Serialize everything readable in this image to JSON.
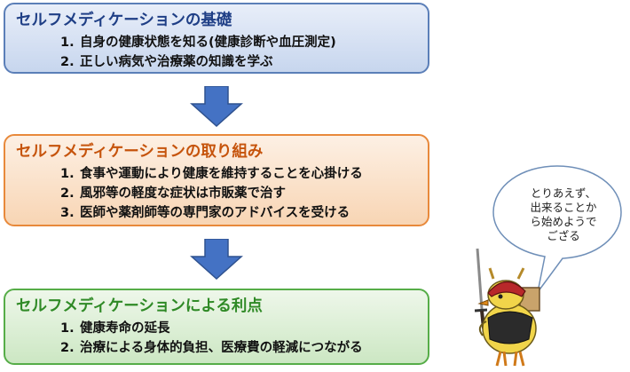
{
  "boxes": [
    {
      "title": "セルフメディケーションの基礎",
      "items": [
        {
          "num": "1.",
          "text": "自身の健康状態を知る(健康診断や血圧測定)"
        },
        {
          "num": "2.",
          "text": "正しい病気や治療薬の知識を学ぶ"
        }
      ]
    },
    {
      "title": "セルフメディケーションの取り組み",
      "items": [
        {
          "num": "1.",
          "text": "食事や運動により健康を維持することを心掛ける"
        },
        {
          "num": "2.",
          "text": "風邪等の軽度な症状は市販薬で治す"
        },
        {
          "num": "3.",
          "text": "医師や薬剤師等の専門家のアドバイスを受ける"
        }
      ]
    },
    {
      "title": "セルフメディケーションによる利点",
      "items": [
        {
          "num": "1.",
          "text": "健康寿命の延長"
        },
        {
          "num": "2.",
          "text": "治療による身体的負担、医療費の軽減につながる"
        }
      ]
    }
  ],
  "bubble": {
    "text": "とりあえず、\n出来ることか\nら始めようで\nござる"
  },
  "colors": {
    "arrow": "#4472c4",
    "box1_border": "#5b7fb8",
    "box2_border": "#e8893b",
    "box3_border": "#56ad48"
  }
}
